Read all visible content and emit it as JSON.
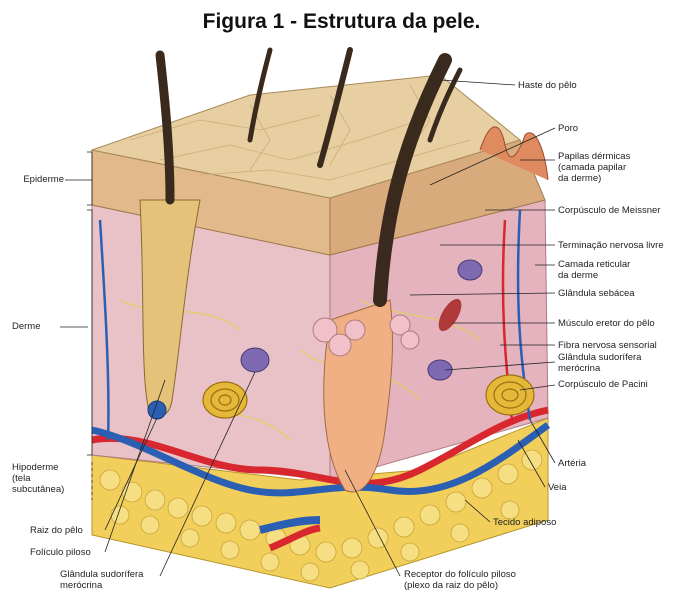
{
  "title": "Figura 1 - Estrutura da pele.",
  "labels": {
    "left": {
      "epiderme": "Epiderme",
      "derme": "Derme",
      "hipoderme": "Hipoderme\n(tela\nsubcutânea)"
    },
    "right": {
      "haste": "Haste do pêlo",
      "poro": "Poro",
      "papilas": "Papilas dérmicas\n(camada papilar\nda derme)",
      "meissner": "Corpúsculo de Meissner",
      "terminacao": "Terminação nervosa livre",
      "reticular": "Camada reticular\nda derme",
      "sebacea": "Glândula sebácea",
      "eretor": "Músculo eretor do pêlo",
      "fibra": "Fibra nervosa sensorial",
      "sudorifera_m": "Glândula sudorífera\nmerócrina",
      "pacini": "Corpúsculo de Pacini",
      "arteria": "Artéria",
      "veia": "Veia",
      "adiposo": "Tecido adiposo"
    },
    "bottom": {
      "raiz": "Raiz do pêlo",
      "foliculo": "Folículo piloso",
      "sudorifera": "Glândula sudorífera\nmerócrina",
      "receptor": "Receptor do folículo piloso\n(plexo da raiz do pêlo)"
    }
  },
  "colors": {
    "epidermis_top": "#e7cfa1",
    "dermis": "#e9c2c8",
    "fat": "#f1cf5a",
    "artery": "#d8272e",
    "vein": "#2b5fb4",
    "hair": "#3a2a1e"
  }
}
